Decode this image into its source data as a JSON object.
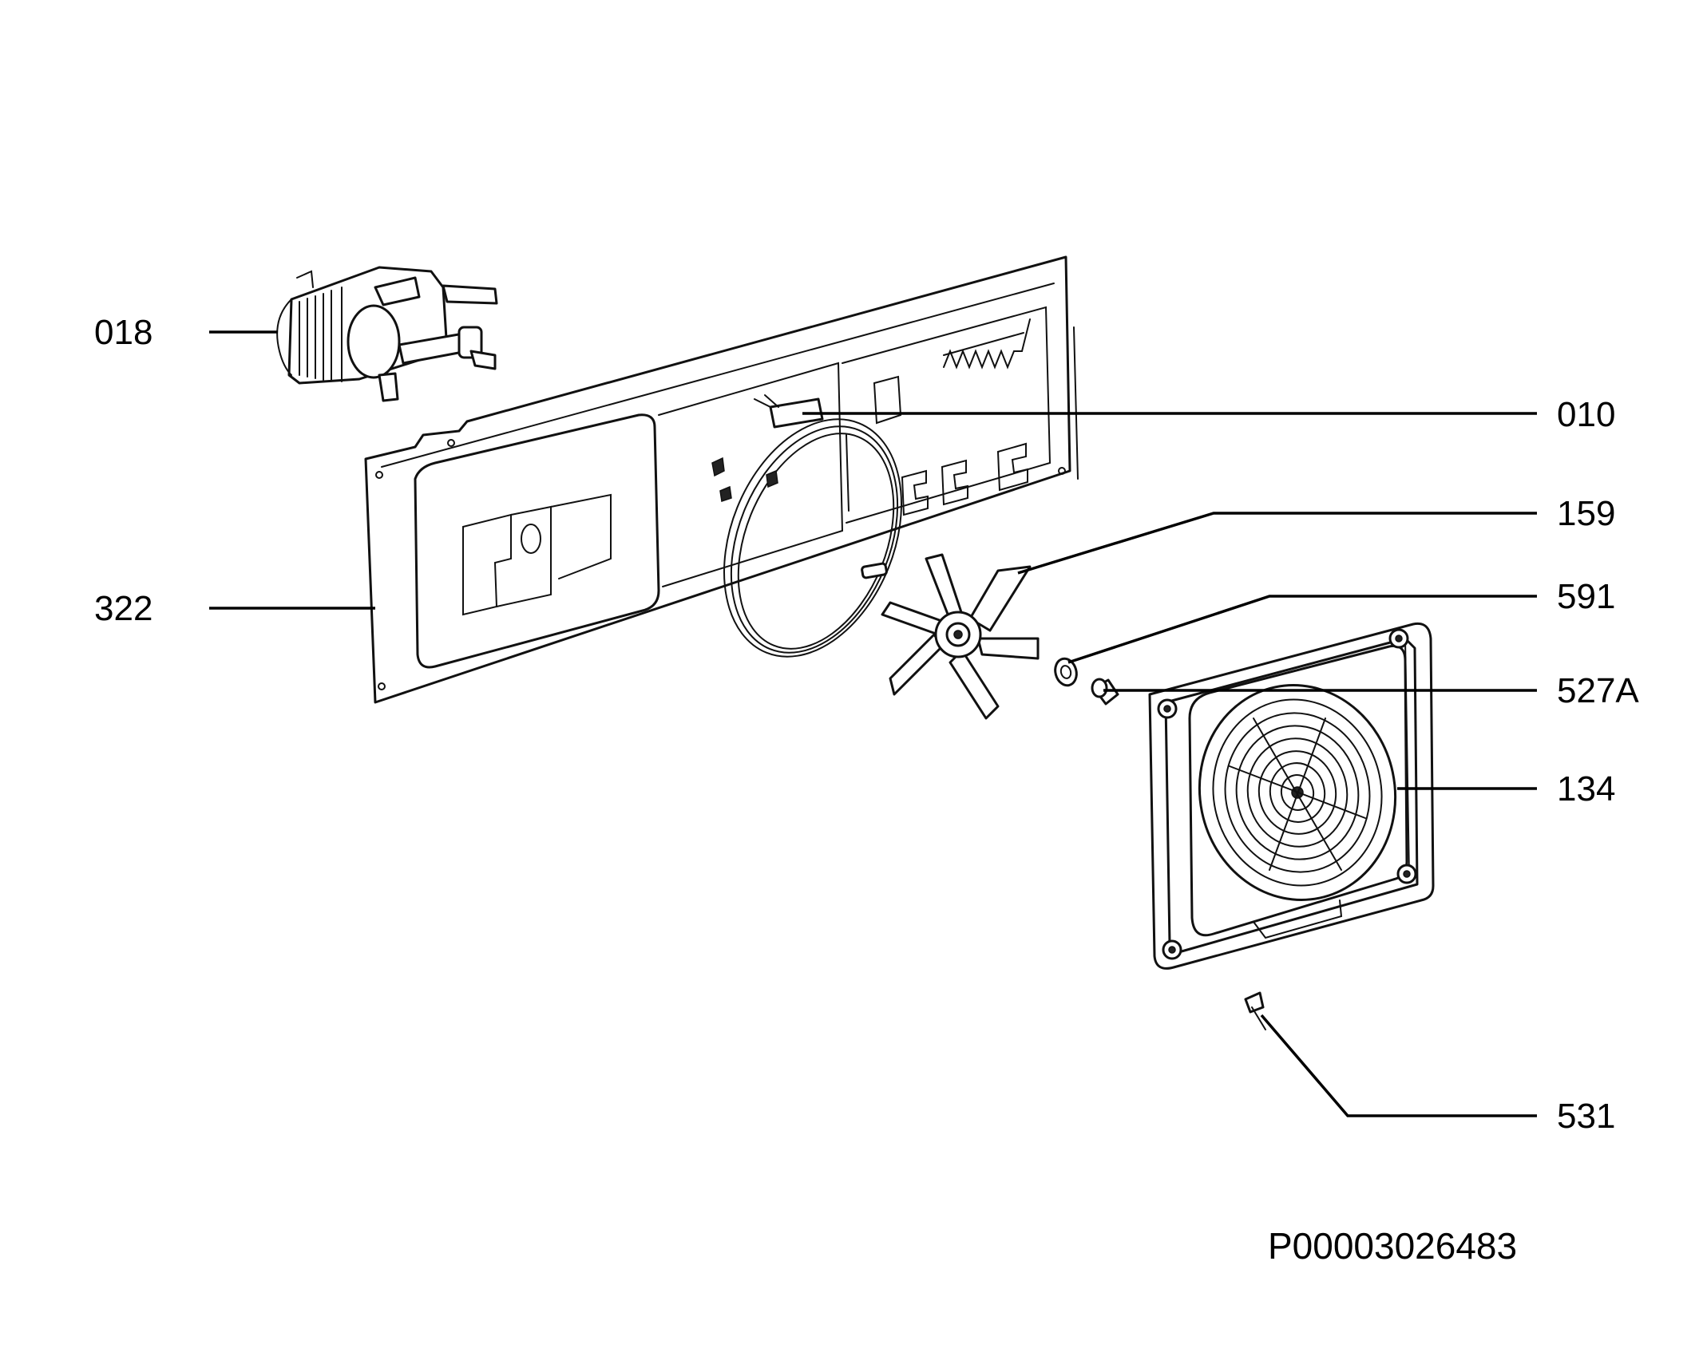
{
  "labels": {
    "p018": "018",
    "p322": "322",
    "p010": "010",
    "p159": "159",
    "p591": "591",
    "p527a": "527A",
    "p134": "134",
    "p531": "531"
  },
  "drawing_code": "P00003026483"
}
